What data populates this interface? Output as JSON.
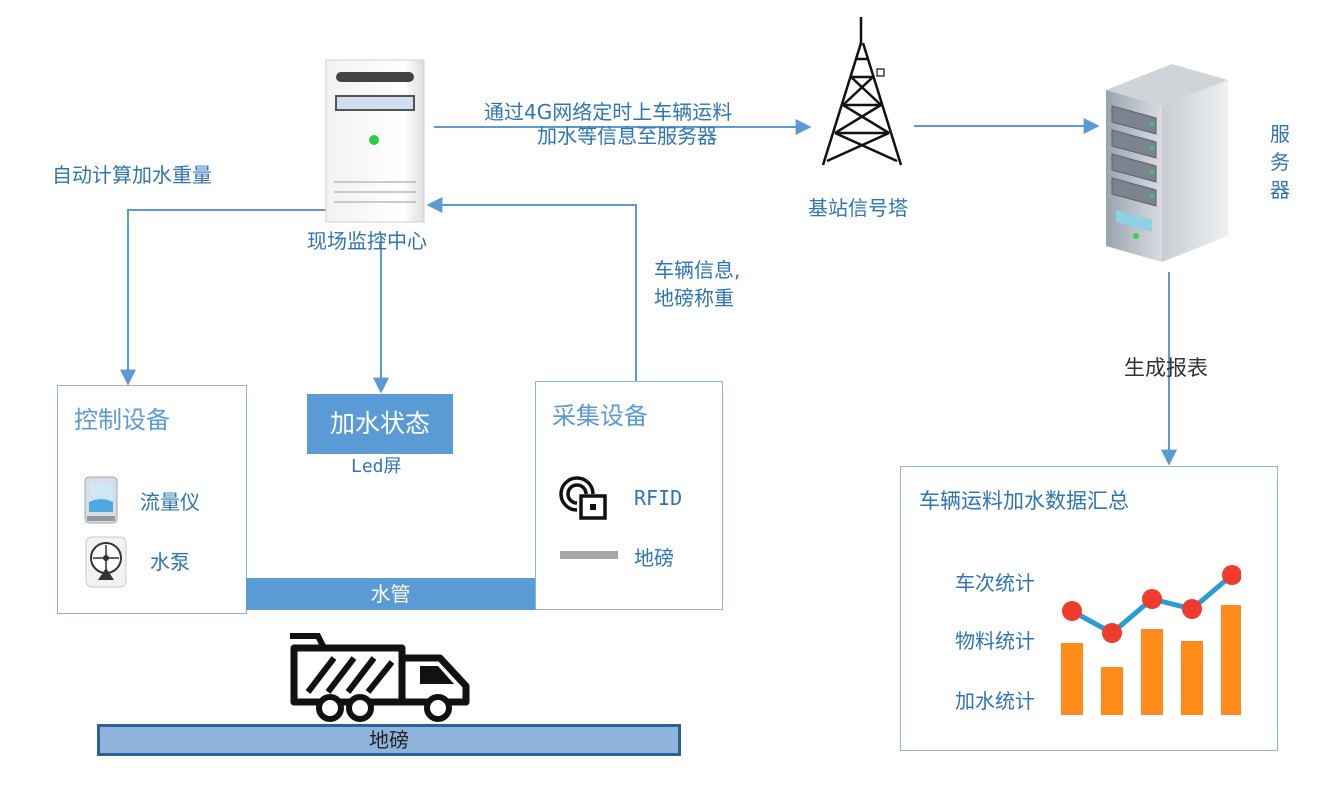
{
  "monitor": {
    "label": "现场监控中心"
  },
  "auto_calc": {
    "label": "自动计算加水重量"
  },
  "uplink": {
    "line1": "通过4G网络定时上车辆运料",
    "line2": "加水等信息至服务器"
  },
  "tower": {
    "label": "基站信号塔"
  },
  "server": {
    "label_chars": [
      "服",
      "务",
      "器"
    ]
  },
  "vehicle_info": {
    "line1": "车辆信息,",
    "line2": "地磅称重"
  },
  "report": {
    "label": "生成报表"
  },
  "control_box": {
    "title": "控制设备",
    "items": [
      {
        "icon": "flowmeter-icon",
        "label": "流量仪"
      },
      {
        "icon": "water-pump-icon",
        "label": "水泵"
      }
    ]
  },
  "status_display": {
    "text": "加水状态",
    "caption": "Led屏"
  },
  "collect_box": {
    "title": "采集设备",
    "items": [
      {
        "icon": "rfid-icon",
        "label": "RFID"
      },
      {
        "icon": "scale-bar-icon",
        "label": "地磅"
      }
    ]
  },
  "water_pipe": {
    "label": "水管"
  },
  "truck_scale": {
    "label": "地磅"
  },
  "summary_box": {
    "title": "车辆运料加水数据汇总",
    "items": [
      "车次统计",
      "物料统计",
      "加水统计"
    ]
  },
  "colors": {
    "arrow": "#5b9bd5",
    "text_blue": "#2e75b6",
    "bar_orange": "#ff8c1a",
    "dot_red": "#ee3b2e",
    "line_teal": "#2a9bd5"
  }
}
